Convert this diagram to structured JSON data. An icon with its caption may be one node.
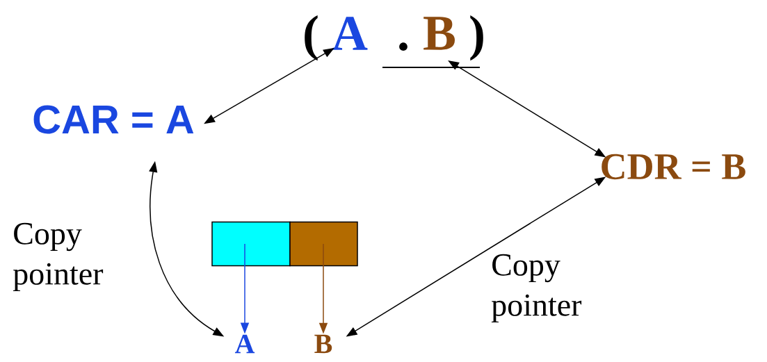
{
  "diagram": {
    "nodes": [
      {
        "text": [
          "A"
        ]
      },
      {
        "text": [
          "B"
        ]
      },
      {
        "text": [
          "CAR = A"
        ]
      },
      {
        "text": [
          "CDR = B"
        ]
      },
      {
        "text": [],
        "shape": "box"
      },
      {
        "text": [],
        "shape": "box"
      },
      {
        "text": [
          "A"
        ]
      },
      {
        "text": [
          "B"
        ]
      }
    ],
    "edges": [
      {
        "from": 2,
        "to": 0,
        "arrow": "both"
      },
      {
        "from": 1,
        "to": 3,
        "arrow": "both"
      },
      {
        "from": 2,
        "to": 6,
        "arrow": "both"
      },
      {
        "from": 3,
        "to": 7,
        "arrow": "both"
      },
      {
        "from": 4,
        "to": 6,
        "arrow": "to",
        "color": "#1a47e0"
      },
      {
        "from": 5,
        "to": 7,
        "arrow": "to",
        "color": "#8b4a0f"
      }
    ],
    "labels": [
      "(",
      ".",
      ")",
      "Copy pointer",
      "Copy pointer"
    ]
  }
}
